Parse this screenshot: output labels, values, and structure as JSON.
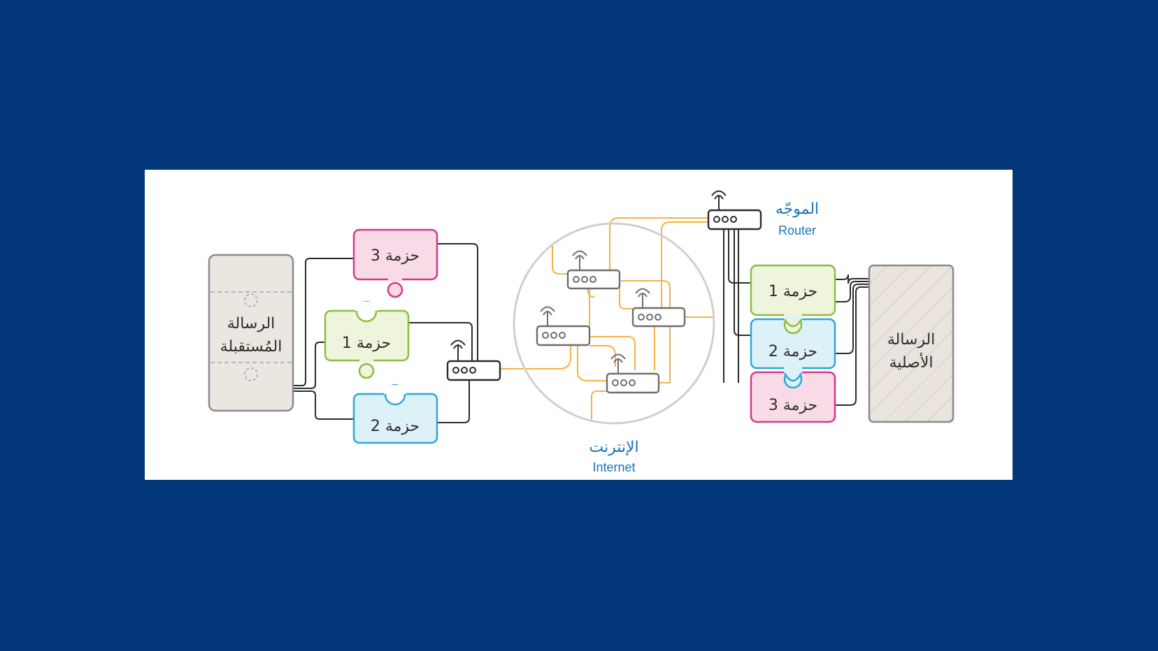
{
  "colors": {
    "background": "#02387a",
    "panel": "#ffffff",
    "label_blue": "#1976b6",
    "wire_orange": "#f0b447",
    "packet1": "#8cbd3f",
    "packet2": "#2aa8d6",
    "packet3": "#d6368a"
  },
  "received_message": {
    "line1": "الرسالة",
    "line2": "المُستقبلة"
  },
  "original_message": {
    "line1": "الرسالة",
    "line2": "الأصلية"
  },
  "left_packets": {
    "packet3": "حزمة 3",
    "packet1": "حزمة 1",
    "packet2": "حزمة 2"
  },
  "right_packets": {
    "packet1": "حزمة 1",
    "packet2": "حزمة 2",
    "packet3": "حزمة 3"
  },
  "router_label": {
    "arabic": "الموجّه",
    "english": "Router"
  },
  "internet_label": {
    "arabic": "الإنترنت",
    "english": "Internet"
  },
  "icons": [
    "router-icon",
    "antenna-icon"
  ]
}
